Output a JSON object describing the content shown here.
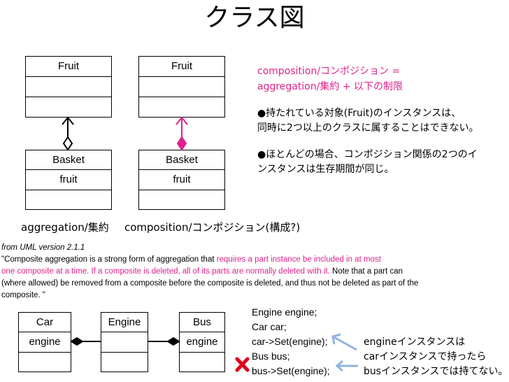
{
  "title": "クラス図",
  "top_diagram": {
    "left": {
      "part_class": {
        "name": "Fruit"
      },
      "whole_class": {
        "name": "Basket",
        "attribute": "fruit"
      },
      "caption": "aggregation/集約"
    },
    "right": {
      "part_class": {
        "name": "Fruit"
      },
      "whole_class": {
        "name": "Basket",
        "attribute": "fruit"
      },
      "caption": "composition/コンポジション(構成?)"
    }
  },
  "notes": {
    "line1": "composition/コンポジション =",
    "line2": "aggregation/集約 + 以下の制限",
    "bullet1_line1": "●持たれている対象(Fruit)のインスタンスは、",
    "bullet1_line2": "同時に2つ以上のクラスに属することはできない。",
    "bullet2_line1": "●ほとんどの場合、コンポジション関係の2つのイ",
    "bullet2_line2": "ンスタンスは生存期間が同じ。"
  },
  "quote": {
    "source": "from UML version 2.1.1",
    "line1_a": "\"Composite aggregation is a strong form of aggregation that ",
    "line1_b": "requires a part instance be included in at most",
    "line2_a": "one composite at a time. If a composite is deleted, all of its parts are normally deleted with it.",
    "line2_b": " Note that a part can",
    "line3": "(where allowed) be removed from a composite before the composite is deleted, and thus not be deleted as part of the",
    "line4": "composite. \""
  },
  "bottom_diagram": {
    "car": {
      "name": "Car",
      "attribute": "engine"
    },
    "engine": {
      "name": "Engine"
    },
    "bus": {
      "name": "Bus",
      "attribute": "engine"
    }
  },
  "code_lines": [
    "Engine engine;",
    "Car car;",
    "car->Set(engine);",
    "Bus bus;",
    "bus->Set(engine);"
  ],
  "callout": {
    "line1": "engineインスタンスは",
    "line2": "carインスタンスで持ったら",
    "line3": "busインスタンスでは持てない。"
  },
  "colors": {
    "accent": "#e0218a",
    "arrow": "#8fb4df",
    "error": "#e0001b"
  }
}
